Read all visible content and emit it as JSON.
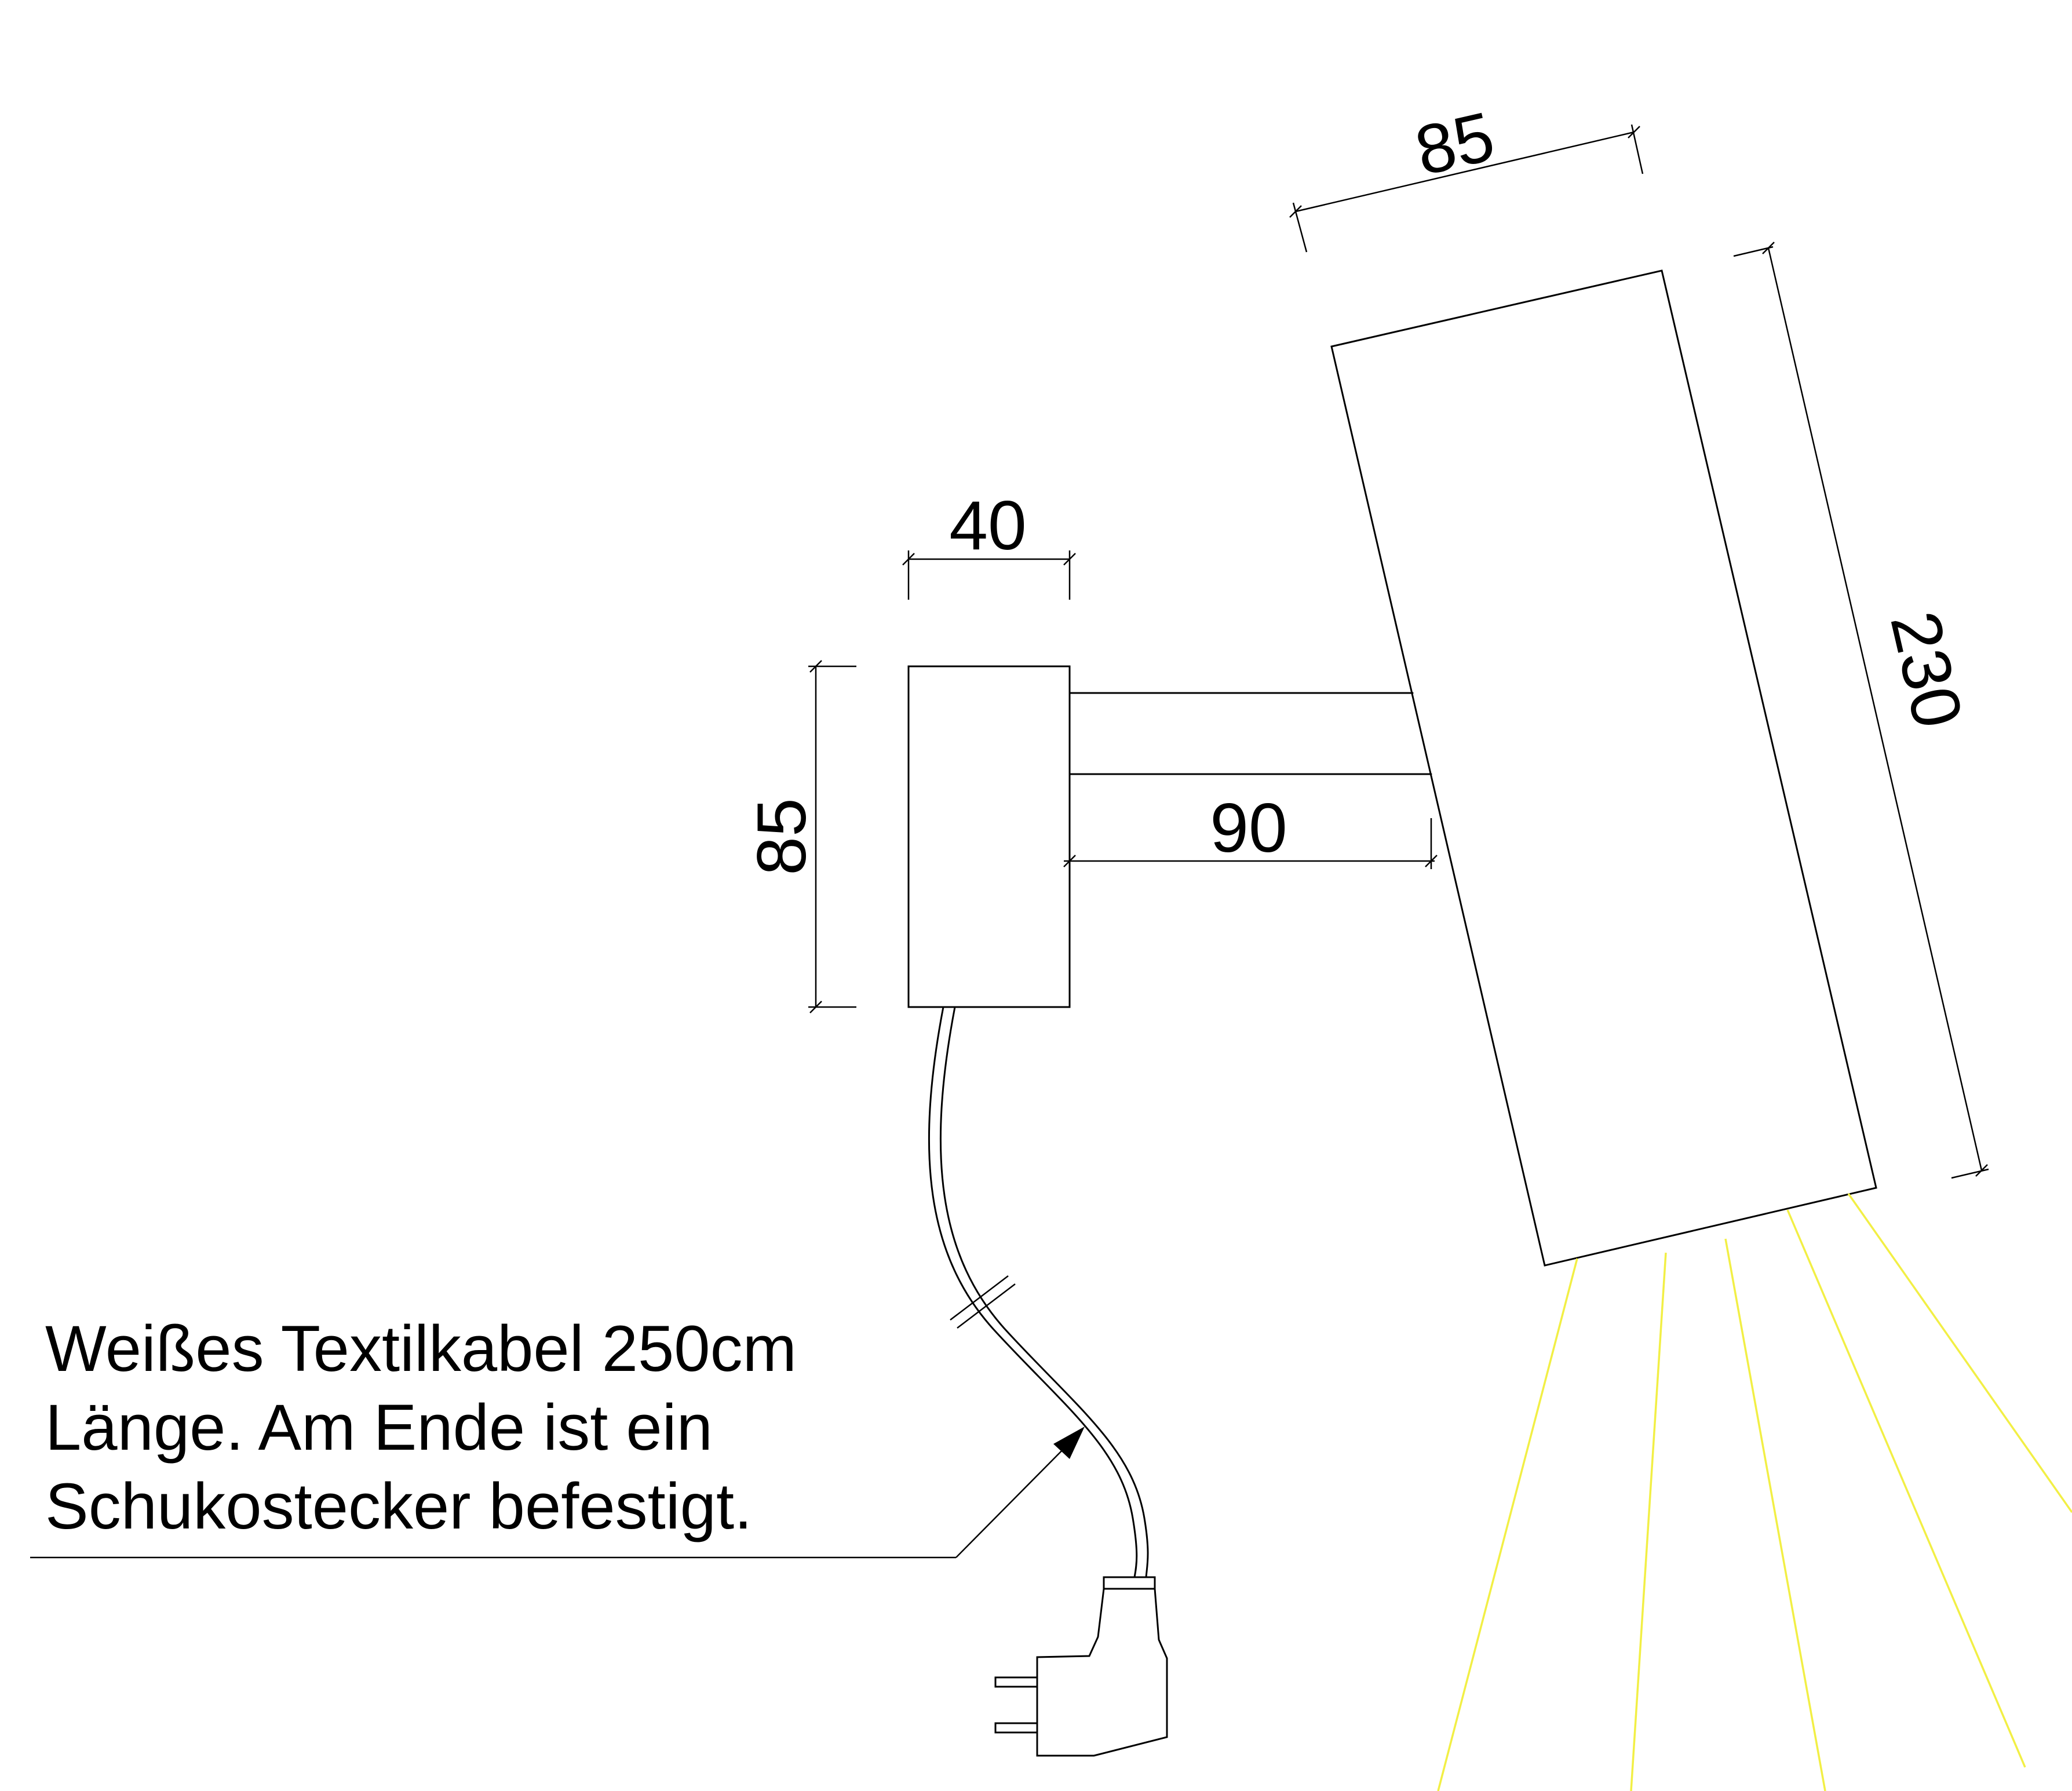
{
  "dimensions": {
    "lamp_width": "85",
    "lamp_length": "230",
    "base_width": "40",
    "base_height": "85",
    "arm_length": "90"
  },
  "note": {
    "line1": "Weißes Textilkabel 250cm",
    "line2": "Länge. Am Ende ist ein",
    "line3": "Schukostecker befestigt."
  },
  "colors": {
    "lines": "#000000",
    "light_rays": "#f2ef45",
    "background": "#ffffff"
  }
}
